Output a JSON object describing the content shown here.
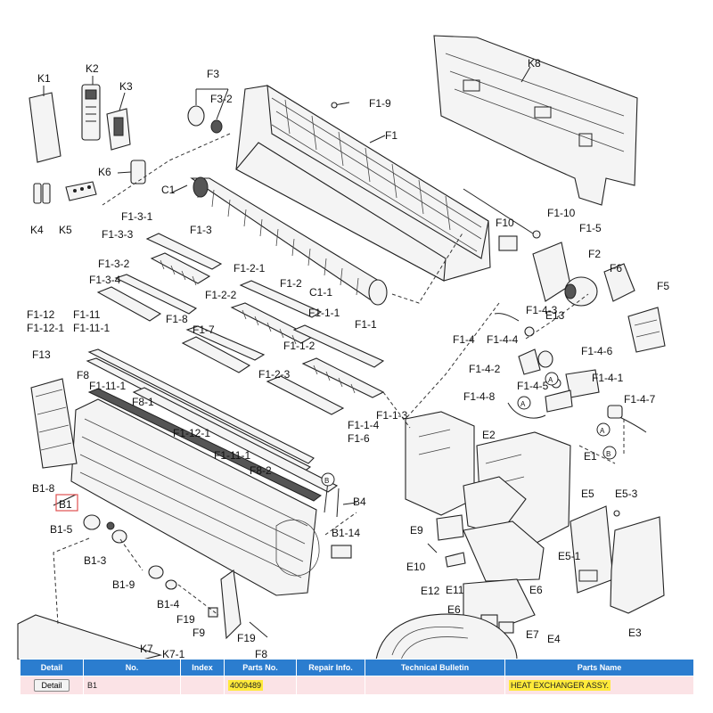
{
  "diagram": {
    "labels": [
      "K1",
      "K2",
      "K3",
      "K6",
      "K4",
      "K5",
      "F3",
      "F3-2",
      "C1",
      "F1-9",
      "F1",
      "K8",
      "F1-3-1",
      "F1-3",
      "F1-3-3",
      "F1-3-2",
      "F1-3-4",
      "F1-2-1",
      "F1-2",
      "F1-2-2",
      "C1-1",
      "F1-1-1",
      "F1-10",
      "F10",
      "F1-5",
      "F2",
      "F6",
      "F5",
      "E13",
      "F1-12",
      "F1-12-1",
      "F1-11",
      "F1-11-1",
      "F1-8",
      "F1-7",
      "F1-1",
      "F1-1-2",
      "F1-2-3",
      "F1-4-3",
      "F1-4",
      "F1-4-4",
      "F1-4-6",
      "F1-4-2",
      "F1-4-1",
      "F1-4-5",
      "F1-4-8",
      "F1-4-7",
      "F13",
      "F8",
      "F1-11-1",
      "F8-1",
      "F1-12-1",
      "F1-1-3",
      "F1-1-4",
      "F1-6",
      "E2",
      "E1",
      "F1-11-1",
      "F8-2",
      "B1-8",
      "B1",
      "B4",
      "B1-14",
      "B1-5",
      "B1-3",
      "B1-9",
      "B1-4",
      "F19",
      "F9",
      "F19",
      "K7",
      "K7-1",
      "F8",
      "E9",
      "E10",
      "E12",
      "E11",
      "E6",
      "E6",
      "E7",
      "E4",
      "E5",
      "E5-3",
      "E5-1",
      "E3",
      "A",
      "A",
      "A",
      "B",
      "B"
    ]
  },
  "table": {
    "headers": [
      "Detail",
      "No.",
      "Index",
      "Parts No.",
      "Repair Info.",
      "Technical Bulletin",
      "Parts Name"
    ],
    "row": {
      "detail_button": "Detail",
      "no": "B1",
      "index": "",
      "parts_no": "4009489",
      "repair_info": "",
      "technical_bulletin": "",
      "parts_name": "HEAT EXCHANGER ASSY."
    }
  },
  "colors": {
    "header_bg": "#2b7dcf",
    "row_bg": "#fbe3e6",
    "highlight": "#ffea3a",
    "selected_box": "#e05050"
  }
}
